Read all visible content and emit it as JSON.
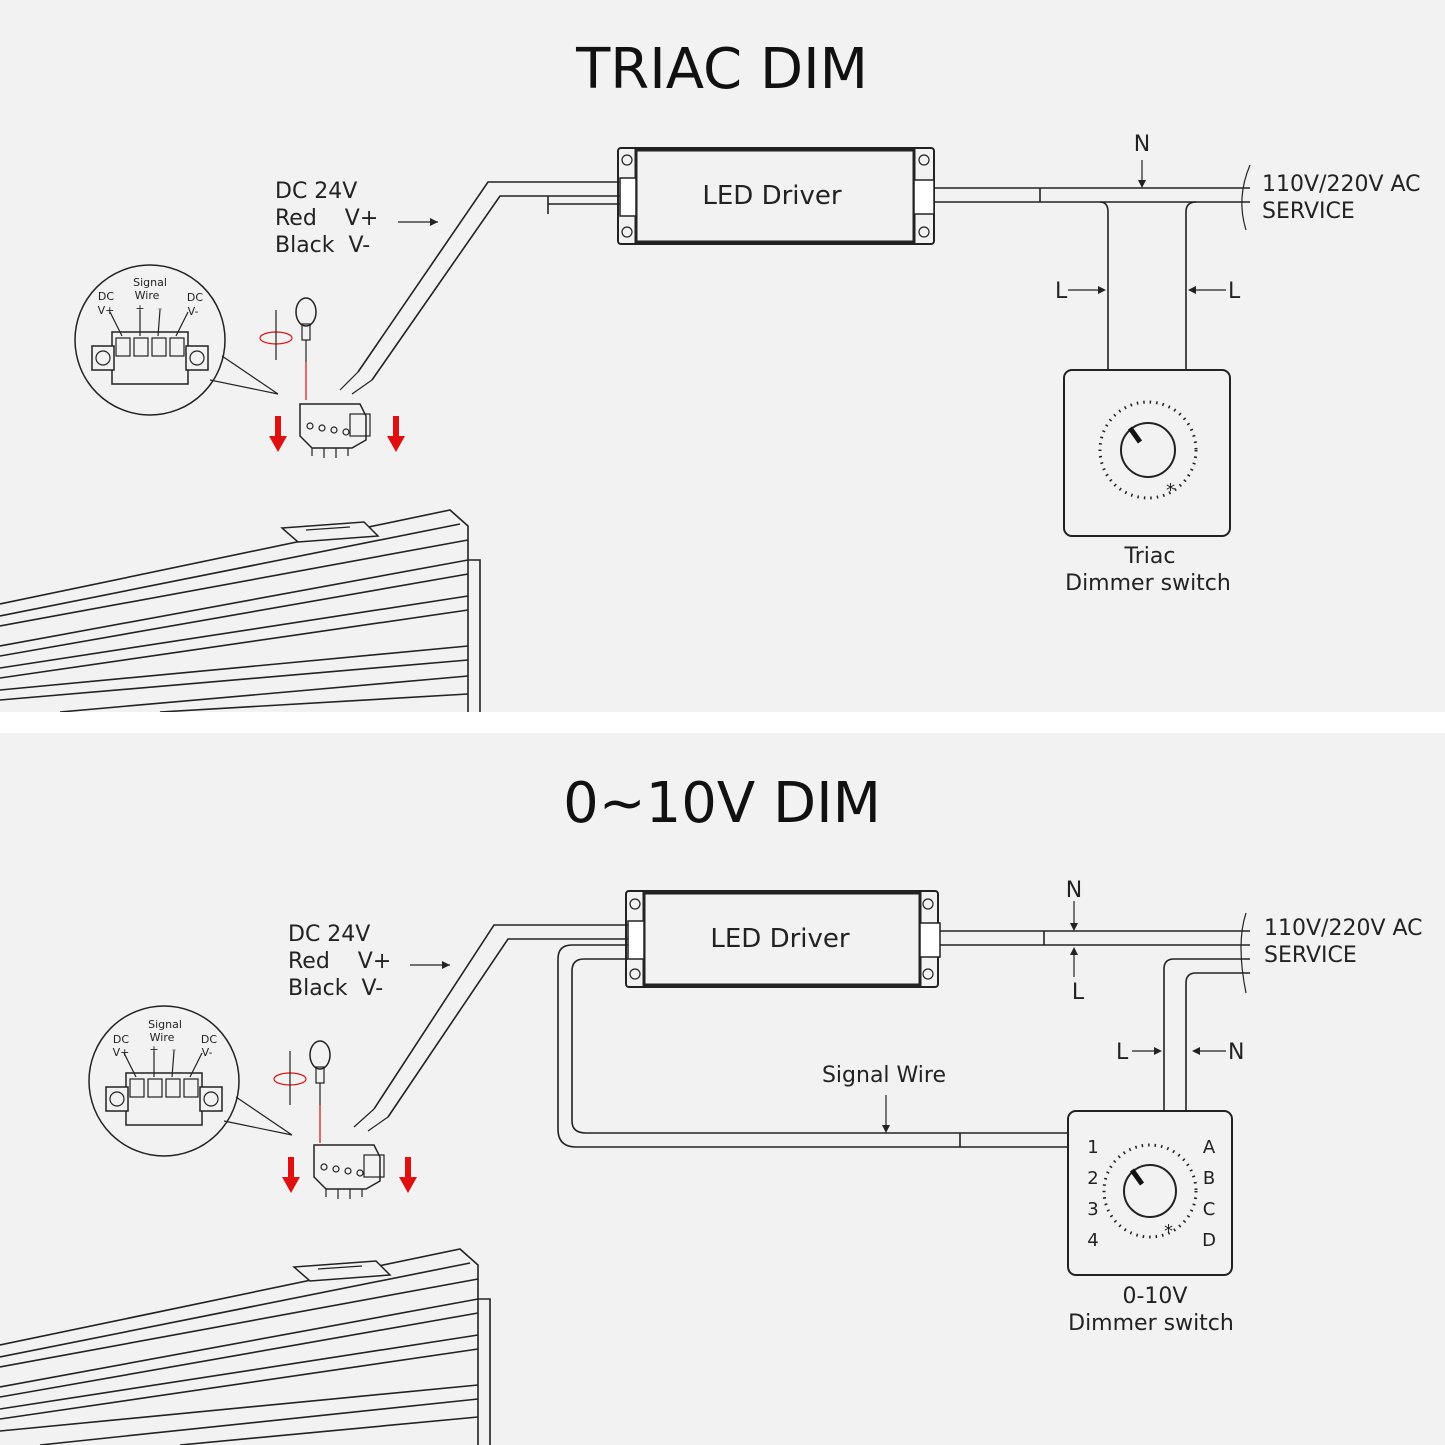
{
  "triac": {
    "title": "TRIAC DIM",
    "driver_label": "LED Driver",
    "dc_line1": "DC 24V",
    "dc_line2": "Red    V+",
    "dc_line3": "Black  V-",
    "neutral": "N",
    "ac_line1": "110V/220V AC",
    "ac_line2": "SERVICE",
    "live_left": "L",
    "live_right": "L",
    "switch_line1": "Triac",
    "switch_line2": "Dimmer switch",
    "terminal": {
      "signal_line1": "Signal",
      "signal_line2": "Wire",
      "left_dc": "DC",
      "left_pol": "V+",
      "plus": "+",
      "minus": "-",
      "right_dc": "DC",
      "right_pol": "V-"
    }
  },
  "zero_ten": {
    "title": "0~10V DIM",
    "driver_label": "LED Driver",
    "dc_line1": "DC 24V",
    "dc_line2": "Red    V+",
    "dc_line3": "Black  V-",
    "neutral_top": "N",
    "live_top": "L",
    "ac_line1": "110V/220V AC",
    "ac_line2": "SERVICE",
    "live_left": "L",
    "neutral_right": "N",
    "signal_wire": "Signal Wire",
    "switch_line1": "0-10V",
    "switch_line2": "Dimmer switch",
    "switch_numbers": [
      "1",
      "2",
      "3",
      "4"
    ],
    "switch_letters": [
      "A",
      "B",
      "C",
      "D"
    ],
    "terminal": {
      "signal_line1": "Signal",
      "signal_line2": "Wire",
      "left_dc": "DC",
      "left_pol": "V+",
      "plus": "+",
      "minus": "-",
      "right_dc": "DC",
      "right_pol": "V-"
    }
  }
}
